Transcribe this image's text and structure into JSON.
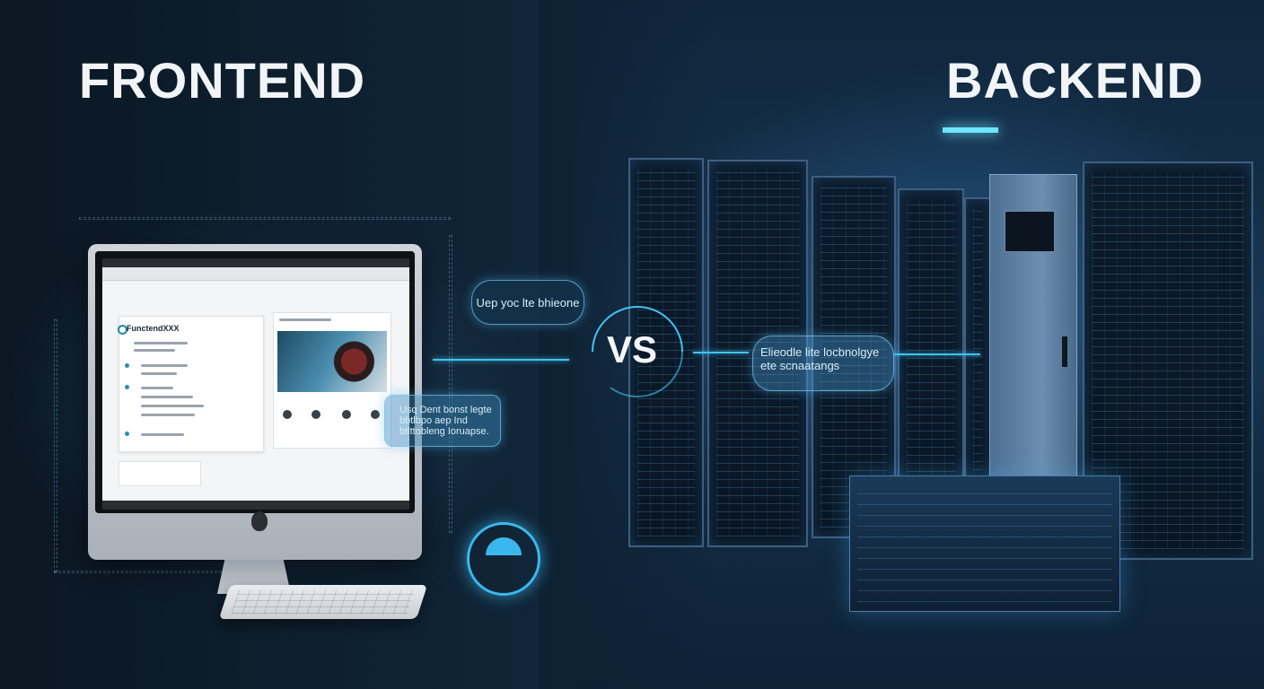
{
  "headlines": {
    "left": "FRONTEND",
    "right": "BACKEND",
    "center": "VS"
  },
  "screen_app": {
    "brand": "FunctendXXX"
  },
  "bubbles": {
    "top": "Uep yoc lte bhieone",
    "left": "Usq Dent bonst legte bbtlbpo aep Ind btlttobleng Ioruapse.",
    "right": "Elieodle lite locbnolgye ete scnaatangs"
  },
  "colors": {
    "accent": "#3fc4f0",
    "background": "#0a1622"
  },
  "icons": [
    "apple-logo-icon",
    "double-arrow-icon",
    "vs-ring-icon",
    "cyber-shield-icon"
  ]
}
